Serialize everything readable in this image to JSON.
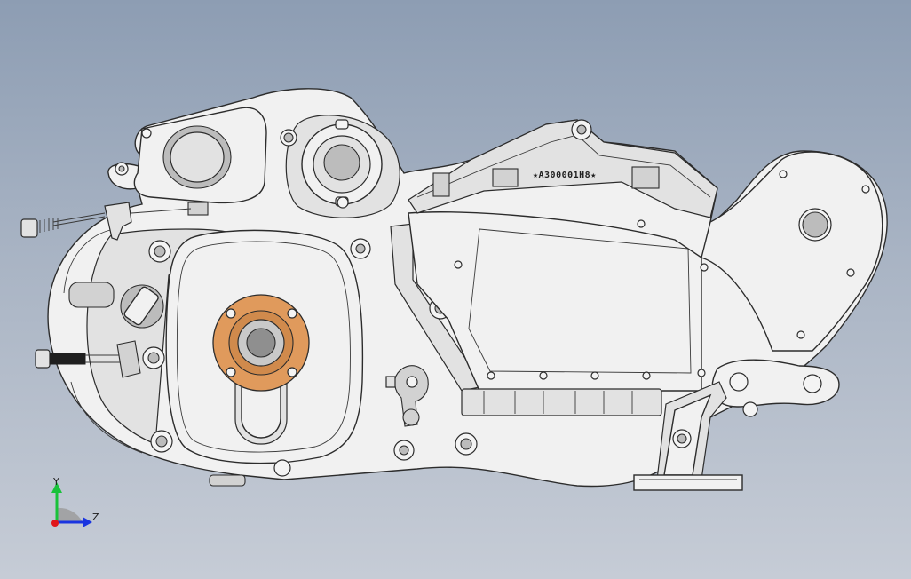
{
  "part": {
    "engraving_text": "★A300001H8★",
    "body_color": "#f1f1f1",
    "edge_color": "#2c2c2c",
    "seal_ring_color": "#e09a5c"
  },
  "triad": {
    "y_label": "Y",
    "z_label": "Z",
    "y_color": "#19c23a",
    "z_color": "#1a35e0",
    "x_color": "#e0161b"
  }
}
